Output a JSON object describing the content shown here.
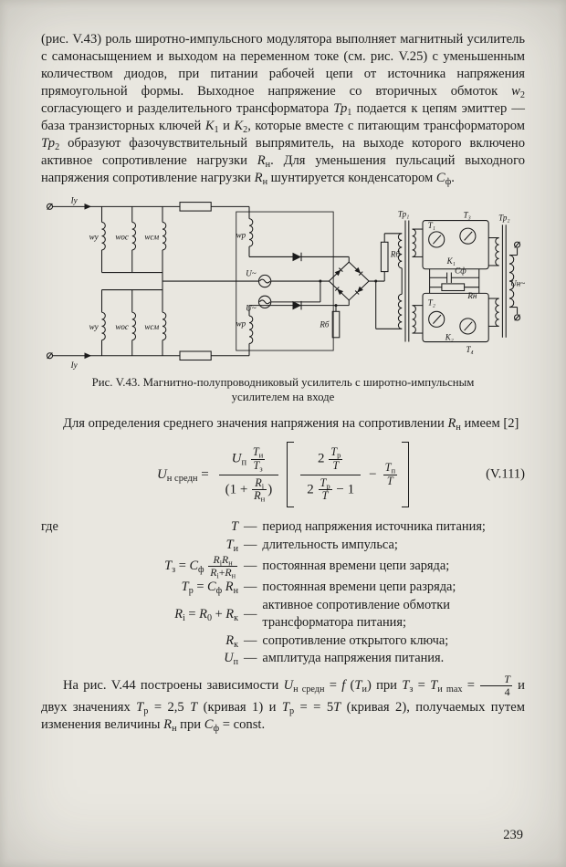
{
  "page": {
    "number": "239"
  },
  "paragraphs": {
    "intro": "(рис. V.43) роль широтно-импульсного модулятора выполняет магнитный усилитель с самонасыщением и выходом на переменном токе (см. рис. V.25) с уменьшенным количеством диодов, при питании рабочей цепи от источника напряжения прямоугольной формы. Выходное напряжение со вторичных обмоток <i>w</i><sub>2</sub> согласующего и разделительного трансформатора <i>Тр</i><sub>1</sub> подается к цепям эмиттер — база транзисторных ключей <i>К</i><sub>1</sub> и <i>К</i><sub>2</sub>, которые вместе с питающим трансформатором <i>Тр</i><sub>2</sub> образуют фазочувствительный выпрямитель, на выходе которого включено активное сопротивление нагрузки <i>R</i><sub>н</sub>. Для уменьшения пульсаций выходного напряжения сопротивление нагрузки <i>R</i><sub>н</sub> шунтируется конденсатором <i>С</i><sub>ф</sub>.",
    "p2": "Для определения среднего значения напряжения на сопротивлении <i>R</i><sub>н</sub> имеем [2]",
    "p4": "На рис. V.44 построены зависимости <i>U</i><sub>н средн</sub> = <i>f</i> (<i>Т</i><sub>и</sub>) при <i>Т</i><sub>з</sub> = <i>Т</i><sub>и max</sub> = <span class='frac'><span><i>Т</i></span><span>4</span></span> и двух значениях <i>Т</i><sub>р</sub> = 2,5 <i>Т</i> (кривая 1) и <i>Т</i><sub>р</sub> = = 5<i>Т</i> (кривая 2), получаемых путем изменения величины <i>R</i><sub>н</sub> при <i>С</i><sub>ф</sub> = const."
  },
  "figure": {
    "caption_line1": "Рис. V.43. Магнитно-полупроводниковый усилитель с широтно-импульсным",
    "caption_line2": "усилителем на входе",
    "labels": {
      "iy_top": "Iу",
      "iy_bottom": "Iу",
      "wy_top": "wу",
      "wos_top": "wос",
      "wsm_top": "wсм",
      "wp_top": "wр",
      "wy_bottom": "wу",
      "wos_bottom": "wос",
      "wsm_bottom": "wсм",
      "wp_bottom": "wр",
      "u_top": "U~",
      "u_bottom": "U~",
      "rb_left": "Rб",
      "rb_right": "Rб",
      "tr1": "Тр₁",
      "tr2": "Тр₂",
      "t1": "Т₁",
      "t2": "Т₂",
      "t3": "Т₃",
      "t4": "Т₄",
      "k1": "К₁",
      "k2": "К₂",
      "cf": "Сф",
      "rn": "Rн",
      "un": "Uн~"
    }
  },
  "formula": {
    "lhs": "<i>U</i><sub>н средн</sub> =",
    "main_num": "<i>U</i><sub>п</sub> <span class='frac'><span><i>Т</i><sub>и</sub></span><span><i>Т</i><sub>з</sub></span></span>",
    "main_den": "(1 + <span class='frac'><span><i>R</i><sub>i</sub></span><span><i>R</i><sub>н</sub></span></span>)",
    "inner_num": "2 <span class='frac'><span><i>Т</i><sub>р</sub></span><span><i>Т</i></span></span>",
    "inner_den": "2 <span class='frac'><span><i>Т</i><sub>р</sub></span><span><i>Т</i></span></span> − 1",
    "minus": "−",
    "last_num": "<i>Т</i><sub>п</sub>",
    "last_den": "<i>Т</i>",
    "number": "(V.111)"
  },
  "where": {
    "word": "где",
    "dash": "—",
    "rows": [
      {
        "term": "<i>Т</i>",
        "def": "период напряжения источника питания;"
      },
      {
        "term": "<i>Т</i><sub>и</sub>",
        "def": "длительность импульса;"
      },
      {
        "term": "<i>Т</i><sub>з</sub> = <i>С</i><sub>ф</sub> <span class='frac'><span><i>R</i><sub>i</sub><i>R</i><sub>н</sub></span><span><i>R</i><sub>i</sub>+<i>R</i><sub>н</sub></span></span>",
        "def": "постоянная времени цепи заряда;"
      },
      {
        "term": "<i>Т</i><sub>р</sub> = <i>С</i><sub>ф</sub> <i>R</i><sub>н</sub>",
        "def": "постоянная времени цепи разряда;"
      },
      {
        "term": "<i>R</i><sub>i</sub> = <i>R</i><sub>0</sub> + <i>R</i><sub>к</sub>",
        "def": "активное сопротивление обмотки трансформатора питания;"
      },
      {
        "term": "<i>R</i><sub>к</sub>",
        "def": "сопротивление открытого ключа;"
      },
      {
        "term": "<i>U</i><sub>п</sub>",
        "def": "амплитуда напряжения питания."
      }
    ]
  }
}
